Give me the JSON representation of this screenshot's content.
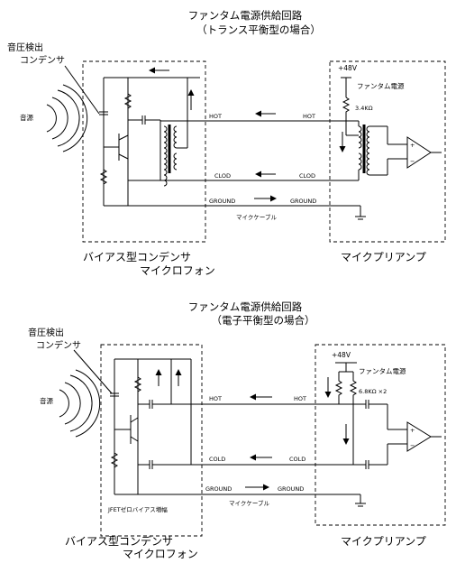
{
  "diagram1": {
    "title": "ファンタム電源供給回路",
    "subtitle": "（トランス平衡型の場合）",
    "mic_capsule_label_1": "音圧検出",
    "mic_capsule_label_2": "コンデンサ",
    "source_label": "音源",
    "plus48v": "+48V",
    "phantom_label": "ファンタム電源",
    "resistor_value": "3.4KΩ",
    "hot_left": "HOT",
    "hot_right": "HOT",
    "cold_left": "CLOD",
    "cold_right": "CLOD",
    "ground_left": "GROUND",
    "ground_right": "GROUND",
    "cable_label": "マイクケーブル",
    "mic_box_label_1": "バイアス型コンデンサ",
    "mic_box_label_2": "マイクロフォン",
    "amp_box_label": "マイクプリアンプ"
  },
  "diagram2": {
    "title": "ファンタム電源供給回路",
    "subtitle": "（電子平衡型の場合）",
    "mic_capsule_label_1": "音圧検出",
    "mic_capsule_label_2": "コンデンサ",
    "source_label": "音源",
    "plus48v": "+48V",
    "phantom_label": "ファンタム電源",
    "resistor_value": "6.8KΩ ×2",
    "hot_left": "HOT",
    "hot_right": "HOT",
    "cold_left": "COLD",
    "cold_right": "COLD",
    "ground_left": "GROUND",
    "ground_right": "GROUND",
    "cable_label": "マイクケーブル",
    "jfet_label": "JFETゼロバイアス増幅",
    "mic_box_label_1": "バイアス型コンデンサ",
    "mic_box_label_2": "マイクロフォン",
    "amp_box_label": "マイクプリアンプ"
  }
}
